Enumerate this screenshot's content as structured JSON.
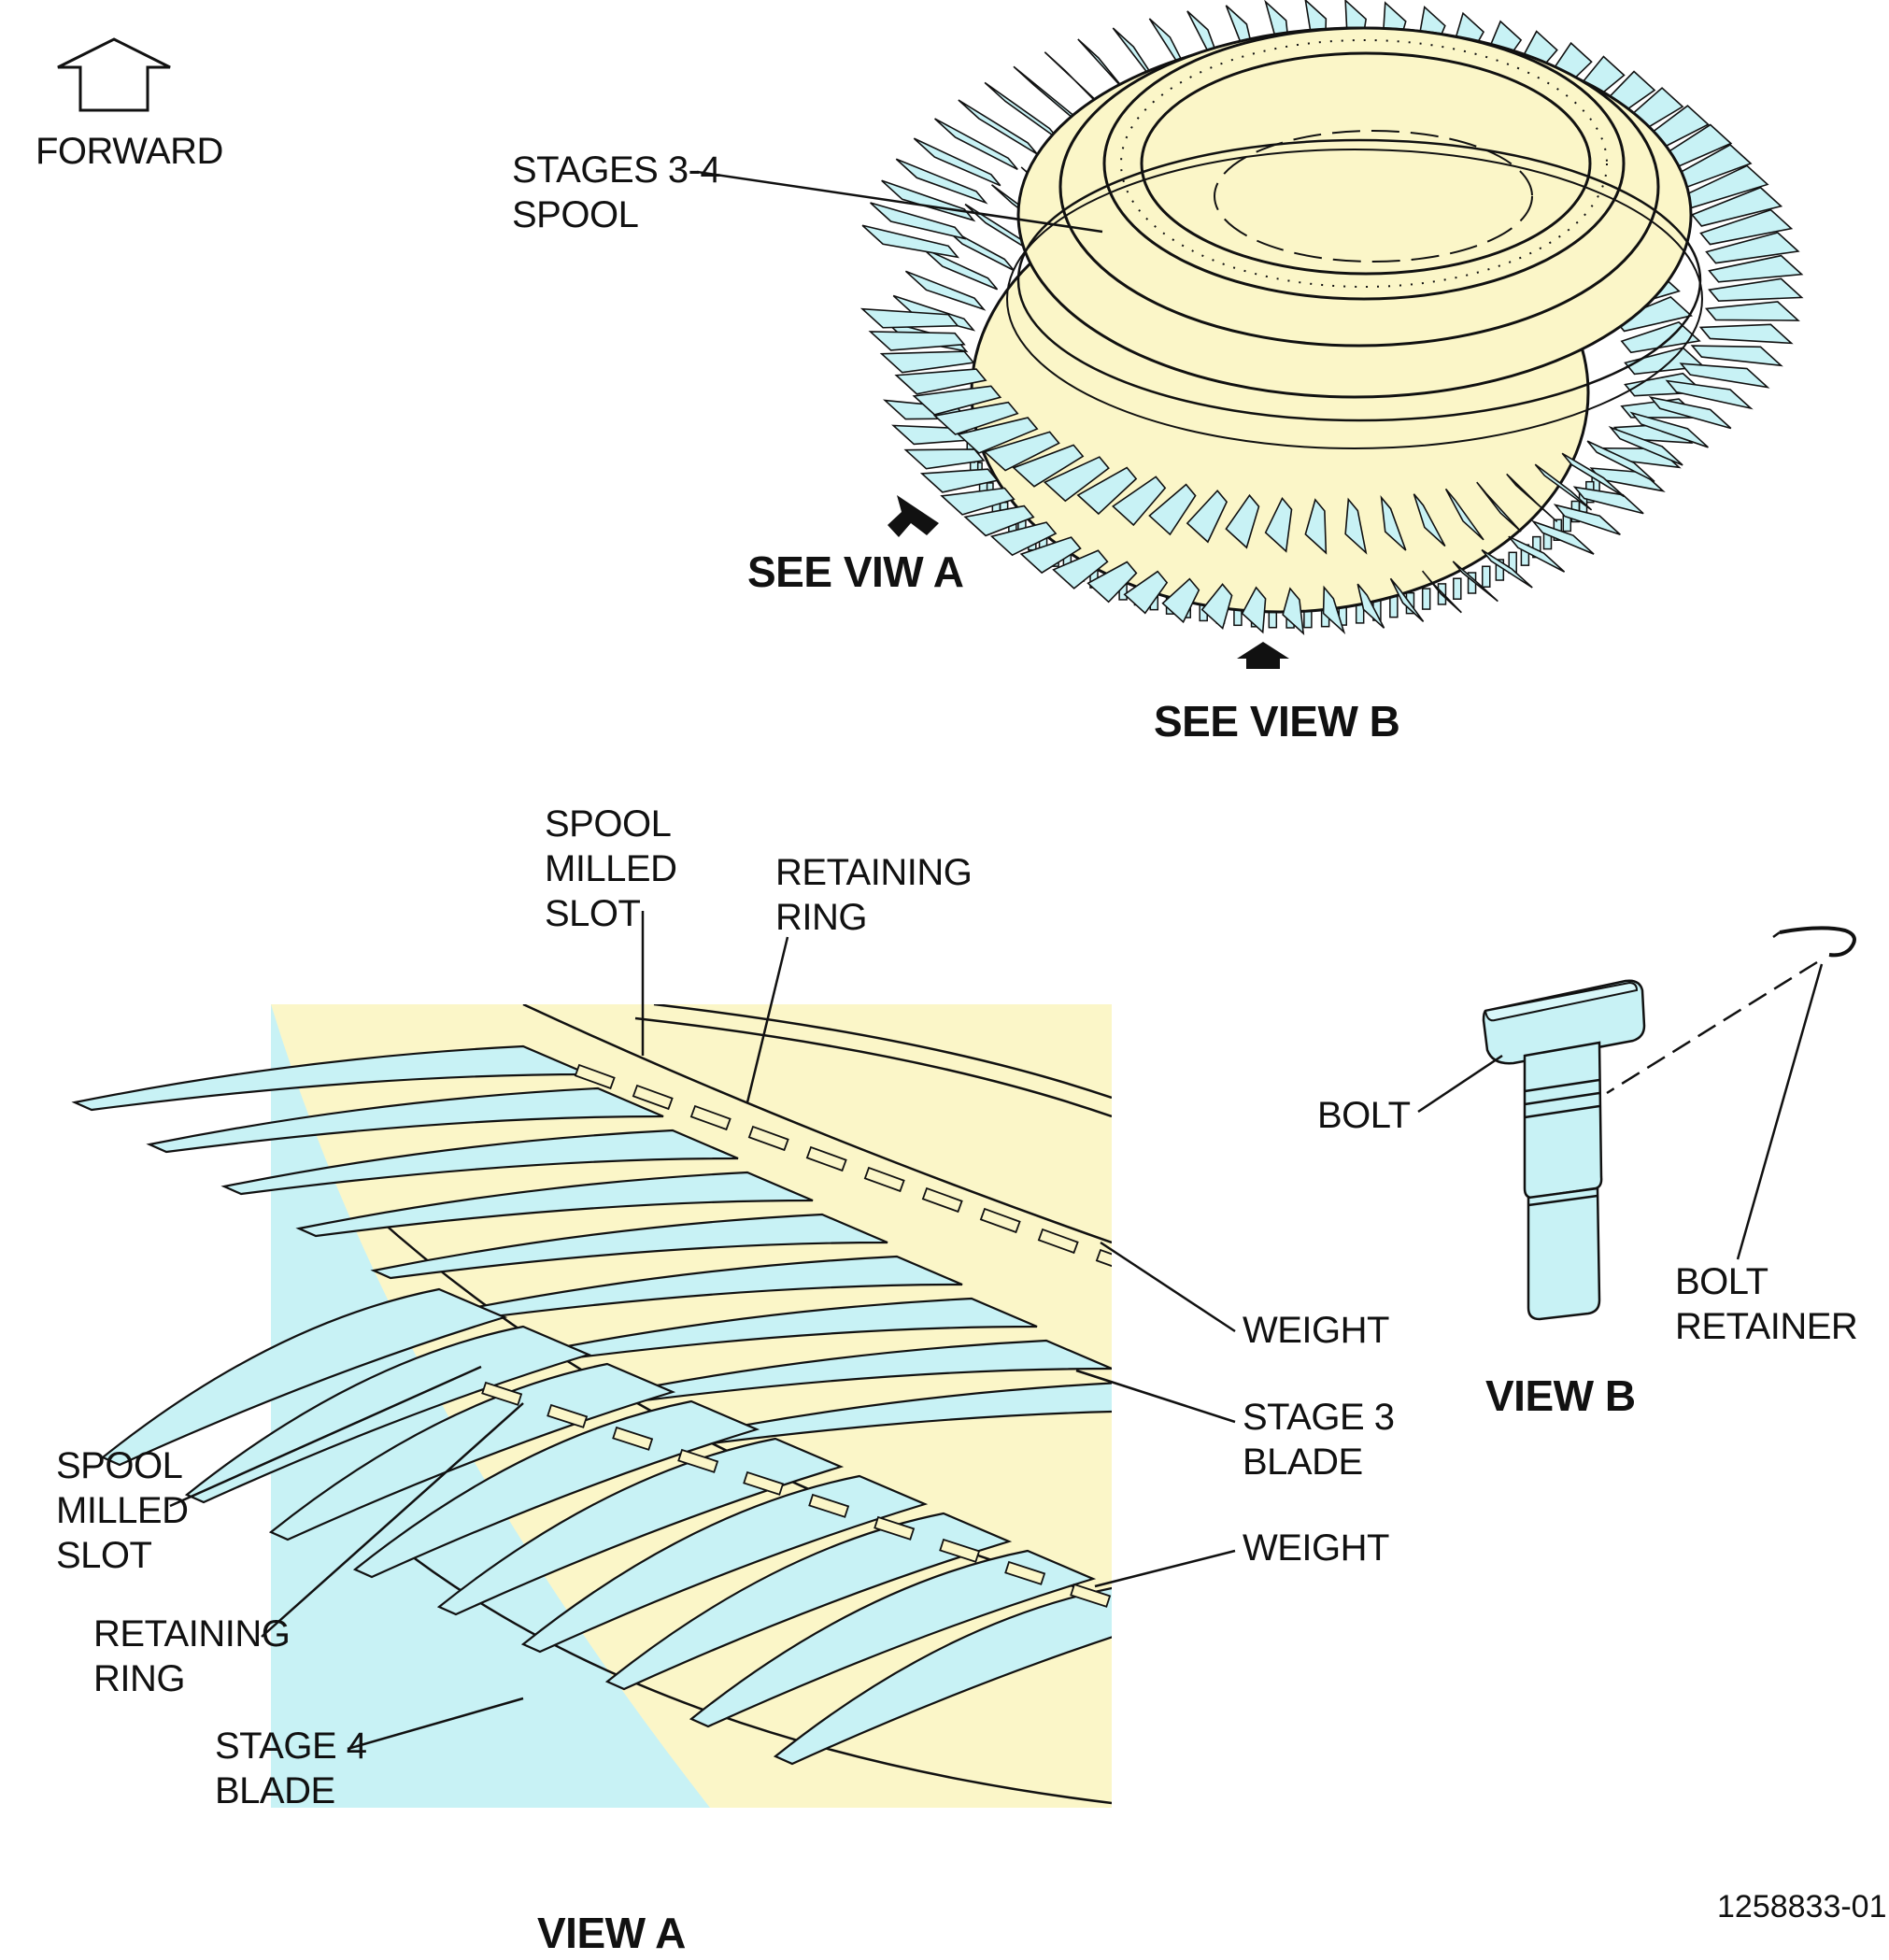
{
  "forward": {
    "label": "FORWARD"
  },
  "main": {
    "spool_label_line1": "STAGES 3-4",
    "spool_label_line2": "SPOOL",
    "see_view_a": "SEE VIW A",
    "see_view_b": "SEE VIEW B"
  },
  "view_a": {
    "title": "VIEW A",
    "spool_milled_slot_top": [
      "SPOOL",
      "MILLED",
      "SLOT"
    ],
    "retaining_ring_top": [
      "RETAINING",
      "RING"
    ],
    "weight_upper": "WEIGHT",
    "stage3_blade": [
      "STAGE 3",
      "BLADE"
    ],
    "weight_lower": "WEIGHT",
    "spool_milled_slot_left": [
      "SPOOL",
      "MILLED",
      "SLOT"
    ],
    "retaining_ring_left": [
      "RETAINING",
      "RING"
    ],
    "stage4_blade": [
      "STAGE 4",
      "BLADE"
    ]
  },
  "view_b": {
    "title": "VIEW B",
    "bolt": "BOLT",
    "bolt_retainer": [
      "BOLT",
      "RETAINER"
    ]
  },
  "figure_number": "1258833-01",
  "colors": {
    "blade_fill": "#c8f2f5",
    "spool_fill": "#fbf6c8",
    "line": "#111111",
    "background": "#ffffff"
  }
}
